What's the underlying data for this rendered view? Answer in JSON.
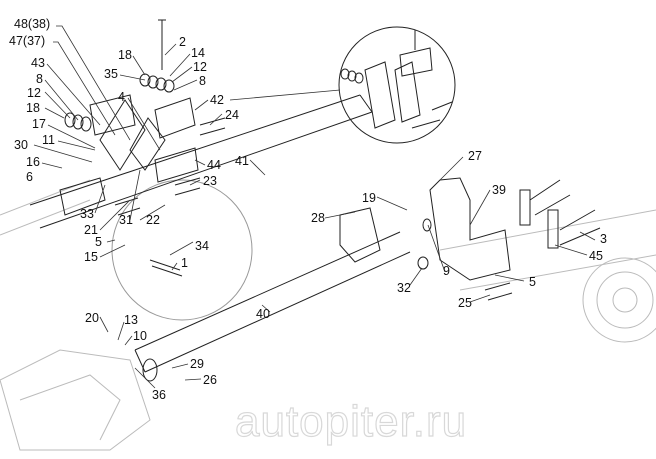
{
  "title": "Trailing arm / axle suspension assembly parts diagram",
  "watermark": "autopiter.ru",
  "callouts": [
    {
      "id": "48(38)"
    },
    {
      "id": "47(37)"
    },
    {
      "id": "43"
    },
    {
      "id": "8"
    },
    {
      "id": "12"
    },
    {
      "id": "18"
    },
    {
      "id": "17"
    },
    {
      "id": "30"
    },
    {
      "id": "11"
    },
    {
      "id": "16"
    },
    {
      "id": "6"
    },
    {
      "id": "4"
    },
    {
      "id": "18"
    },
    {
      "id": "35"
    },
    {
      "id": "2"
    },
    {
      "id": "14"
    },
    {
      "id": "12"
    },
    {
      "id": "8"
    },
    {
      "id": "42"
    },
    {
      "id": "24"
    },
    {
      "id": "44"
    },
    {
      "id": "41"
    },
    {
      "id": "23"
    },
    {
      "id": "33"
    },
    {
      "id": "21"
    },
    {
      "id": "31"
    },
    {
      "id": "22"
    },
    {
      "id": "5"
    },
    {
      "id": "15"
    },
    {
      "id": "34"
    },
    {
      "id": "1"
    },
    {
      "id": "27"
    },
    {
      "id": "39"
    },
    {
      "id": "19"
    },
    {
      "id": "28"
    },
    {
      "id": "9"
    },
    {
      "id": "32"
    },
    {
      "id": "3"
    },
    {
      "id": "45"
    },
    {
      "id": "5"
    },
    {
      "id": "25"
    },
    {
      "id": "40"
    },
    {
      "id": "20"
    },
    {
      "id": "13"
    },
    {
      "id": "10"
    },
    {
      "id": "29"
    },
    {
      "id": "26"
    },
    {
      "id": "36"
    }
  ]
}
